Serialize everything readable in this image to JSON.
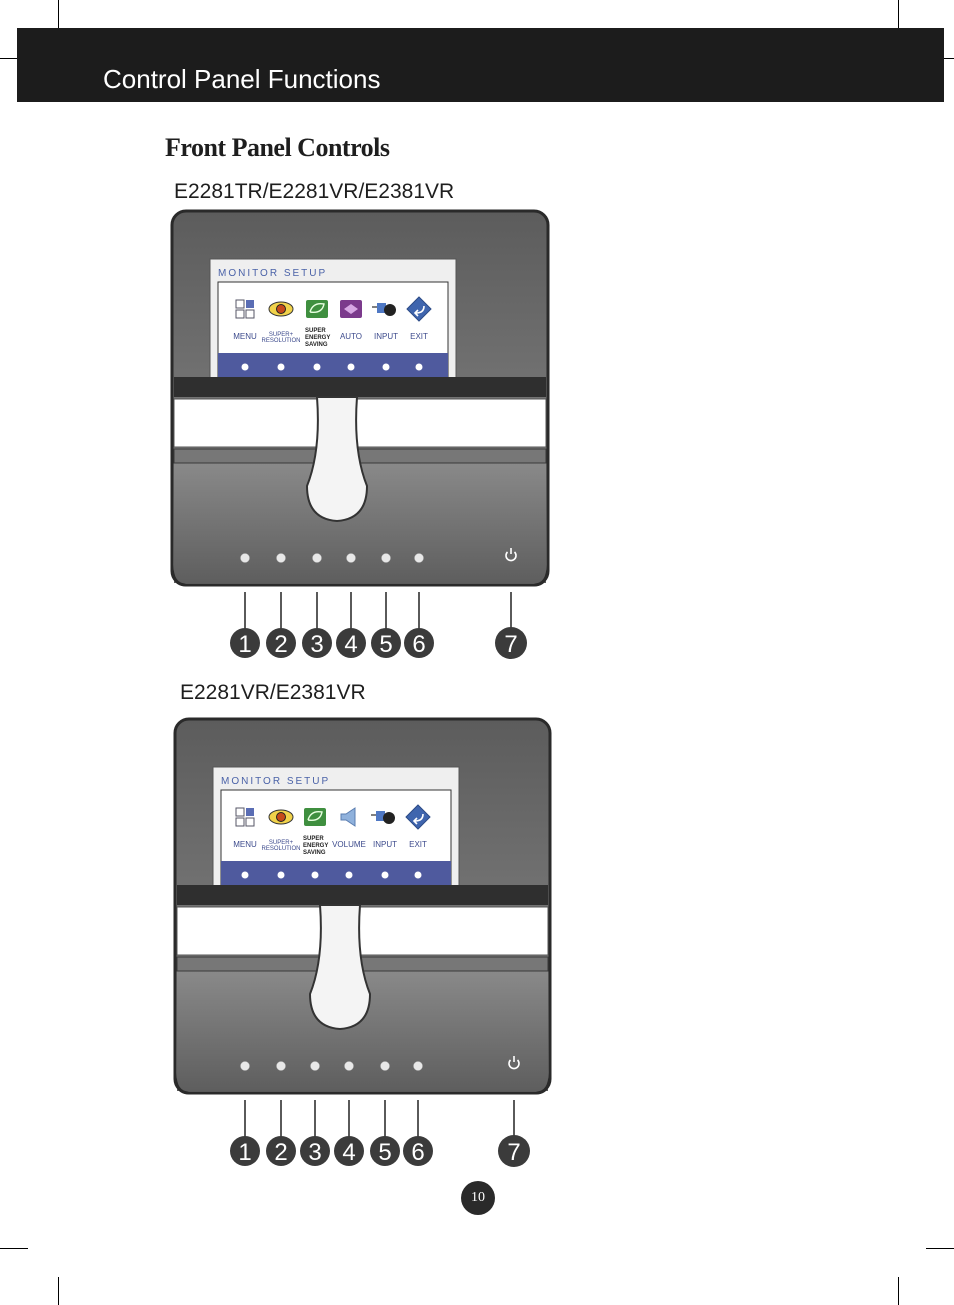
{
  "header": {
    "title": "Control Panel Functions",
    "band_color": "#1c1c1c"
  },
  "section_title": "Front Panel Controls",
  "panels": [
    {
      "model": "E2281TR/E2281VR/E2381VR",
      "osd_title": "MONITOR SETUP",
      "buttons": [
        {
          "label": "MENU",
          "icon": "menu-grid-icon"
        },
        {
          "label": "SUPER+\nRESOLUTION",
          "icon": "super-resolution-eye-icon"
        },
        {
          "label": "SUPER\nENERGY\nSAVING",
          "icon": "energy-saving-leaf-icon"
        },
        {
          "label": "AUTO",
          "icon": "auto-adjust-icon"
        },
        {
          "label": "INPUT",
          "icon": "input-switch-icon"
        },
        {
          "label": "EXIT",
          "icon": "exit-arrow-icon"
        }
      ],
      "callouts": [
        "1",
        "2",
        "3",
        "4",
        "5",
        "6",
        "7"
      ]
    },
    {
      "model": "E2281VR/E2381VR",
      "osd_title": "MONITOR SETUP",
      "buttons": [
        {
          "label": "MENU",
          "icon": "menu-grid-icon"
        },
        {
          "label": "SUPER+\nRESOLUTION",
          "icon": "super-resolution-eye-icon"
        },
        {
          "label": "SUPER\nENERGY\nSAVING",
          "icon": "energy-saving-leaf-icon"
        },
        {
          "label": "VOLUME",
          "icon": "volume-speaker-icon"
        },
        {
          "label": "INPUT",
          "icon": "input-switch-icon"
        },
        {
          "label": "EXIT",
          "icon": "exit-arrow-icon"
        }
      ],
      "callouts": [
        "1",
        "2",
        "3",
        "4",
        "5",
        "6",
        "7"
      ]
    }
  ],
  "page_number": "10",
  "colors": {
    "bezel": "#6a6a6a",
    "osd_strip": "#4f5a9e",
    "osd_title": "#4a62a8",
    "energy_green": "#3f8f3f",
    "auto_purple": "#7b3a8c"
  }
}
